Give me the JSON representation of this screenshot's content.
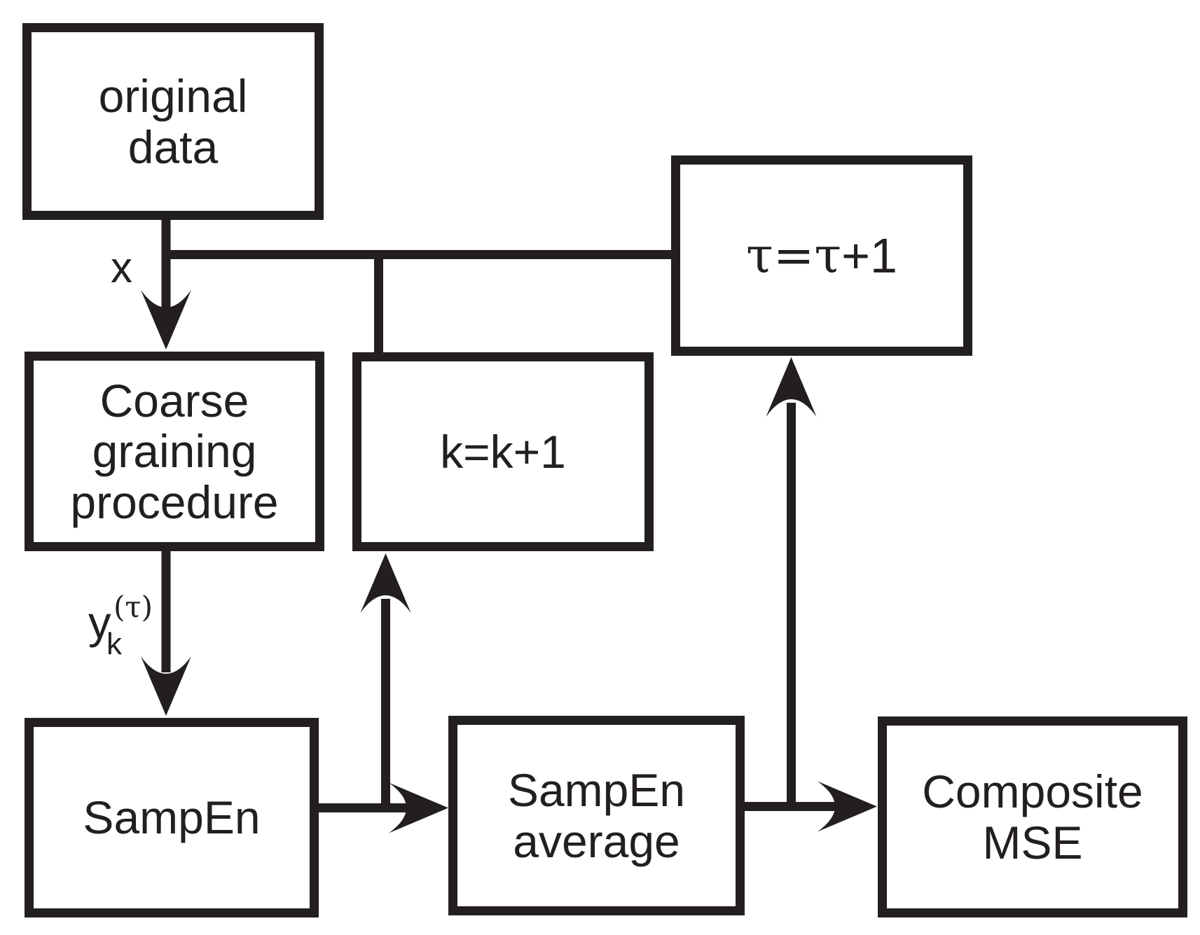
{
  "colors": {
    "ink": "#231f20",
    "background": "#ffffff"
  },
  "nodes": [
    {
      "id": "original-data",
      "label": "original\ndata"
    },
    {
      "id": "tau-increment",
      "label": "τ=τ+1",
      "label_greek": "τ=τ",
      "label_plain": "+1"
    },
    {
      "id": "coarse-graining",
      "label": "Coarse\ngraining\nprocedure"
    },
    {
      "id": "k-increment",
      "label": "k=k+1"
    },
    {
      "id": "sampen",
      "label": "SampEn"
    },
    {
      "id": "sampen-average",
      "label": "SampEn\naverage"
    },
    {
      "id": "composite-mse",
      "label": "Composite\nMSE"
    }
  ],
  "edge_labels": {
    "x": "x",
    "y_base": "y",
    "y_sub": "k",
    "y_sup": "(τ)"
  },
  "edges": [
    {
      "from": "original-data",
      "to": "coarse-graining",
      "label": "x"
    },
    {
      "from": "original-data",
      "to": "tau-increment"
    },
    {
      "from": "original-data",
      "to": "k-increment"
    },
    {
      "from": "coarse-graining",
      "to": "sampen",
      "label": "y_k^(τ)"
    },
    {
      "from": "sampen",
      "to": "sampen-average"
    },
    {
      "from": "sampen",
      "to": "k-increment"
    },
    {
      "from": "sampen-average",
      "to": "composite-mse"
    },
    {
      "from": "sampen-average",
      "to": "tau-increment"
    }
  ]
}
